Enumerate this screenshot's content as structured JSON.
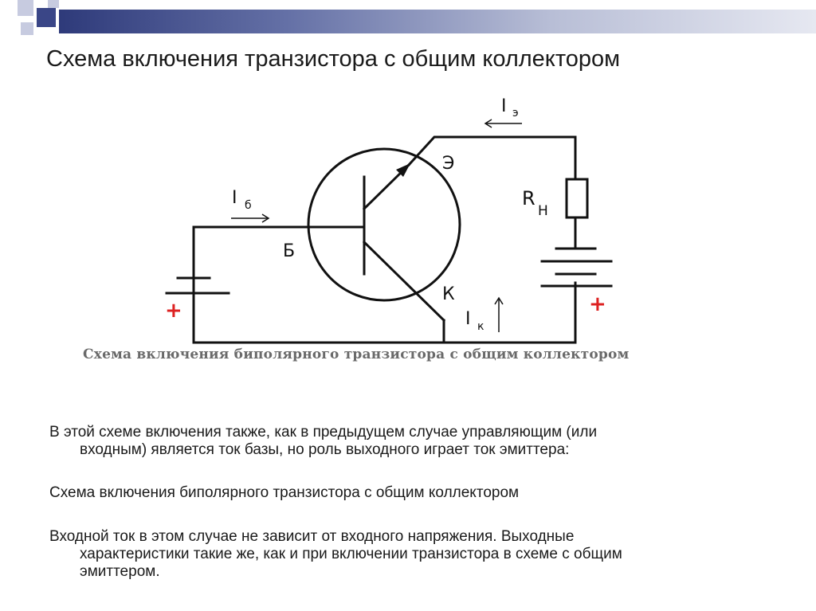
{
  "slide": {
    "title": "Схема включения транзистора с общим коллектором",
    "colors": {
      "accent": "#2e3a7a",
      "square_light": "#c7cbe0",
      "square_dark": "#3a4687"
    }
  },
  "diagram": {
    "labels": {
      "emitter": "Э",
      "base": "Б",
      "collector": "К",
      "load_resistor": "R",
      "load_resistor_sub": "Н",
      "base_current": "I",
      "base_current_sub": "б",
      "emitter_current": "I",
      "emitter_current_sub": "э",
      "collector_current": "I",
      "collector_current_sub": "к",
      "plus_left": "+",
      "plus_right": "+"
    },
    "caption": "Схема включения биполярного транзистора с общим коллектором"
  },
  "paragraphs": [
    {
      "line1": "В этой схеме включения также, как в предыдущем случае управляющим (или",
      "line2": "входным) является ток базы, но роль выходного играет ток эмиттера:"
    },
    {
      "line1": "Схема включения биполярного транзистора с общим коллектором",
      "line2": ""
    },
    {
      "line1": "Входной ток в этом случае не зависит от входного напряжения. Выходные",
      "line2": "характеристики такие же, как и при включении транзистора в схеме с общим",
      "line3": "эмиттером."
    }
  ]
}
